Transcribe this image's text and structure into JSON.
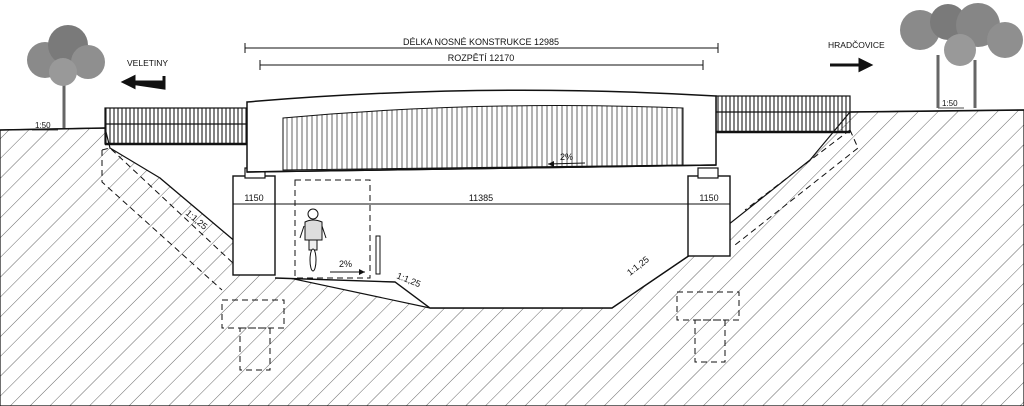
{
  "labels": {
    "deck_length": "DÉLKA NOSNÉ KONSTRUKCE 12985",
    "span": "ROZPĚTÍ 12170",
    "left_direction": "VELETINY",
    "right_direction": "HRADČOVICE",
    "left_scale": "1:50",
    "right_scale": "1:50",
    "slope_left": "1:1,25",
    "slope_right": "1:1,25",
    "slope_path": "1:1,25",
    "dim_left_abutment": "1150",
    "dim_clear_span": "11385",
    "dim_right_abutment": "1150",
    "deck_gradient": "2%",
    "path_gradient": "2%"
  },
  "colors": {
    "line": "#111111",
    "hatch": "#555555",
    "railing": "#1a1a1a",
    "tree": "#7a7a7a",
    "background": "#ffffff"
  },
  "icons": [
    "tree-icon",
    "arrow-left-icon",
    "arrow-right-icon",
    "cyclist-icon"
  ]
}
